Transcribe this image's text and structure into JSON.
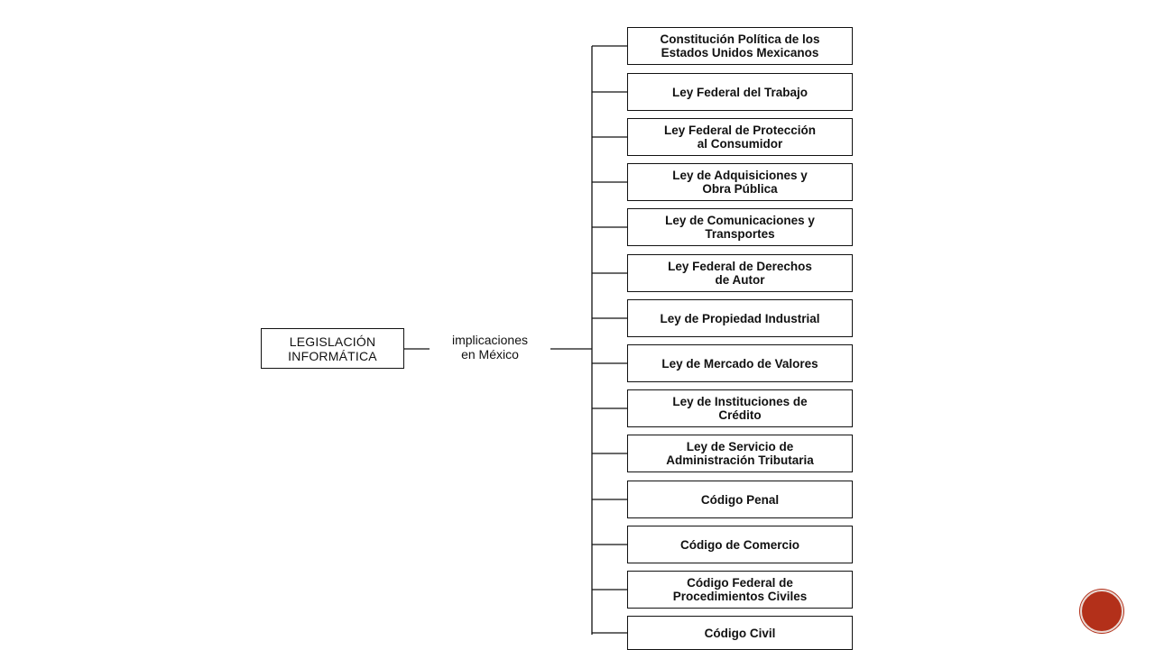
{
  "diagram": {
    "root": "LEGISLACIÓN\nINFORMÁTICA",
    "edge_label": "implicaciones\nen México",
    "items": [
      "Constitución Política de los\nEstados Unidos Mexicanos",
      "Ley Federal del Trabajo",
      "Ley Federal de Protección\nal Consumidor",
      "Ley de Adquisiciones y\nObra Pública",
      "Ley de Comunicaciones y\nTransportes",
      "Ley Federal de Derechos\nde Autor",
      "Ley de Propiedad Industrial",
      "Ley de Mercado de Valores",
      "Ley de Instituciones de\nCrédito",
      "Ley de Servicio de\nAdministración Tributaria",
      "Código Penal",
      "Código de Comercio",
      "Código Federal de\nProcedimientos Civiles",
      "Código Civil"
    ]
  },
  "badge": {
    "color": "#b3301a",
    "icon": "circle-badge-icon"
  }
}
